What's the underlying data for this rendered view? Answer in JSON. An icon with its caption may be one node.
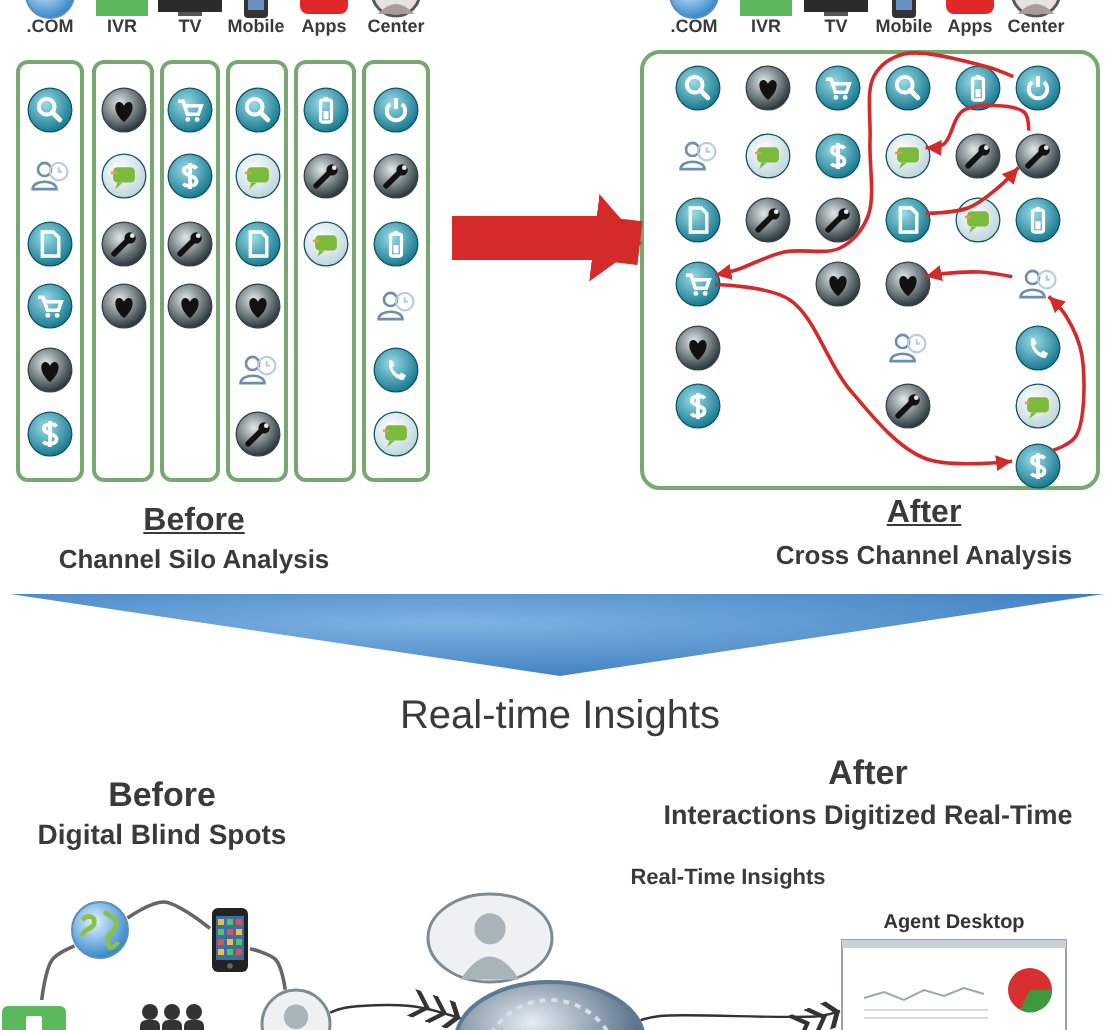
{
  "diagram": {
    "nodes": [
      {
        "text": [],
        "shape": "box"
      },
      {
        "text": [],
        "shape": "box"
      },
      {
        "text": [],
        "shape": "box"
      },
      {
        "text": [],
        "shape": "box"
      },
      {
        "text": [],
        "shape": "box"
      },
      {
        "text": [],
        "shape": "box"
      },
      {
        "text": [],
        "shape": "box"
      },
      {
        "text": [],
        "shape": "circle",
        "in": 6
      },
      {
        "text": [],
        "shape": "circle",
        "in": 6
      },
      {
        "text": [],
        "shape": "circle",
        "in": 6
      },
      {
        "text": [],
        "shape": "circle",
        "in": 6
      },
      {
        "text": [],
        "shape": "circle",
        "in": 6
      },
      {
        "text": [],
        "shape": "circle",
        "in": 6
      },
      {
        "text": [],
        "shape": "circle",
        "in": 6
      },
      {
        "text": [],
        "shape": "circle",
        "in": 6
      },
      {
        "text": [],
        "shape": "circle",
        "in": 6
      },
      {
        "text": [],
        "shape": "circle",
        "in": 6
      },
      {
        "text": [],
        "shape": "circle",
        "in": 6
      },
      {
        "text": [],
        "shape": "circle",
        "in": 6
      },
      {
        "text": [],
        "shape": "circle",
        "in": 6
      },
      {
        "text": [],
        "shape": "circle",
        "in": 6
      },
      {
        "text": [],
        "shape": "circle",
        "in": 6
      },
      {
        "text": [],
        "shape": "circle",
        "in": 6
      },
      {
        "text": [],
        "shape": "circle",
        "in": 6
      },
      {
        "text": [],
        "shape": "circle",
        "in": 6
      },
      {
        "text": [],
        "shape": "circle",
        "in": 6
      },
      {
        "text": [],
        "shape": "circle",
        "in": 6
      },
      {
        "text": [],
        "shape": "circle",
        "in": 6
      },
      {
        "text": [],
        "shape": "circle",
        "in": 6
      },
      {
        "text": [],
        "shape": "circle",
        "in": 6
      },
      {
        "text": [],
        "shape": "circle",
        "in": 6
      },
      {
        "text": [],
        "shape": "circle",
        "in": 6
      },
      {
        "text": [],
        "shape": "circle",
        "in": 6
      },
      {
        "text": [],
        "shape": "circle",
        "in": 6
      },
      {
        "text": [],
        "shape": "circle",
        "in": 6
      },
      {
        "text": [],
        "shape": "circle",
        "in": 6
      },
      {
        "text": [],
        "shape": "picture"
      },
      {
        "text": [],
        "shape": "picture"
      },
      {
        "text": [],
        "shape": "picture"
      },
      {
        "text": [
          "Agent Desktop"
        ]
      },
      {
        "text": [],
        "shape": "picture"
      },
      {
        "text": [],
        "shape": "picture"
      },
      {
        "text": [],
        "shape": "picture"
      }
    ],
    "edges": [
      {
        "from": 12,
        "to": 25,
        "arrow": "to"
      },
      {
        "from": 18,
        "to": 16,
        "arrow": "to"
      },
      {
        "from": 22,
        "to": 18,
        "arrow": "to"
      },
      {
        "from": 28,
        "to": 27,
        "arrow": "to"
      },
      {
        "from": 25,
        "to": 35,
        "arrow": "to"
      },
      {
        "from": 35,
        "to": 28,
        "arrow": "to"
      },
      {
        "from": 5,
        "to": 6,
        "arrow": "to",
        "style": "thick"
      },
      {
        "from": 40,
        "to": 36,
        "arrow": "none",
        "color": "#666666"
      },
      {
        "from": 36,
        "to": 37,
        "arrow": "none",
        "color": "#666666"
      },
      {
        "from": 37,
        "to": 41,
        "arrow": "none",
        "color": "#666666"
      },
      {
        "from": 41,
        "to": 42,
        "arrow": "to",
        "color": "#333333"
      },
      {
        "from": 42,
        "to": 39,
        "arrow": "to",
        "color": "#333333"
      }
    ],
    "labels": [
      ".COM",
      "IVR",
      "TV",
      "Mobile",
      "Apps",
      "Center",
      ".COM",
      "IVR",
      "TV",
      "Mobile",
      "Apps",
      "Center",
      "Before",
      "After",
      "Channel Silo Analysis",
      "Cross Channel Analysis",
      "Real-time Insights",
      "After",
      "Before",
      "Interactions Digitized Real-Time",
      "Digital Blind Spots",
      "Real-Time Insights"
    ]
  }
}
